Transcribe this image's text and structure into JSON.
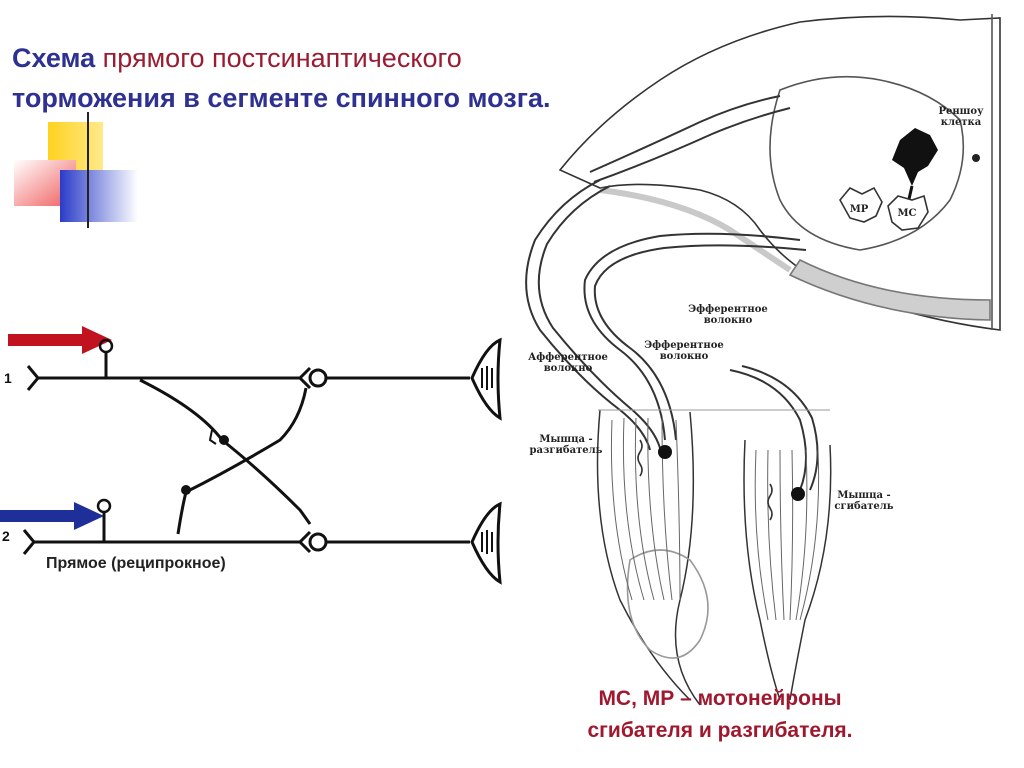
{
  "title": {
    "word1": "Схема",
    "word2": "прямого постсинаптического",
    "line2": "торможения в сегменте спинного мозга."
  },
  "circuit": {
    "row1_number": "1",
    "row2_number": "2",
    "caption": "Прямое (реципрокное)",
    "arrow1_color": "#c0131f",
    "arrow2_color": "#1f2f9a"
  },
  "anatomy": {
    "renshaw_label": "Реншоу клетка",
    "mr_label": "МР",
    "ms_label": "МС",
    "efferent_label_1": "Эфферентное волокно",
    "efferent_label_2": "Эфферентное волокно",
    "afferent_label": "Афферентное волокно",
    "extensor_label": "Мышца - разгибатель",
    "flexor_label": "Мышца - сгибатель"
  },
  "bottom_note": {
    "line1": "МС, МР – мотонейроны",
    "line2": "сгибателя  и разгибателя."
  },
  "colors": {
    "title_blue": "#2e3192",
    "title_red": "#9b1c31",
    "note_red": "#a0182e",
    "deco_yellow": "#ffd21f",
    "deco_red": "#f05a5a",
    "deco_blue": "#2a3cc8"
  }
}
